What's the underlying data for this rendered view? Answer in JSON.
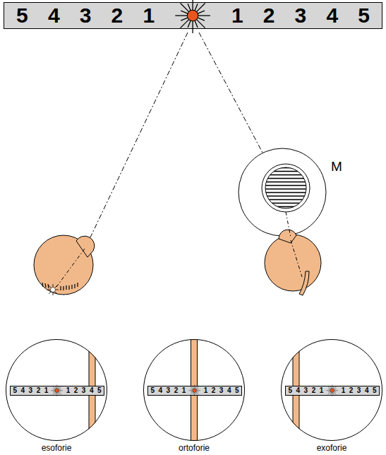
{
  "diagram": {
    "nodes": [
      {
        "text": [
          "5",
          "4",
          "3",
          "2",
          "1",
          "1",
          "2",
          "3",
          "4",
          "5"
        ]
      },
      {
        "text": [
          "esoforie"
        ]
      },
      {
        "text": [
          "5",
          "4",
          "3",
          "2",
          "1",
          "1",
          "2",
          "3",
          "4",
          "5"
        ],
        "in": 1
      },
      {
        "text": [
          "ortoforie"
        ]
      },
      {
        "text": [
          "5",
          "4",
          "3",
          "2",
          "1",
          "1",
          "2",
          "3",
          "4",
          "5"
        ],
        "in": 3
      },
      {
        "text": [
          "exoforie"
        ]
      },
      {
        "text": [
          "5",
          "4",
          "3",
          "2",
          "1",
          "1",
          "2",
          "3",
          "4",
          "5"
        ],
        "in": 5
      }
    ],
    "labels": [
      "M"
    ]
  }
}
